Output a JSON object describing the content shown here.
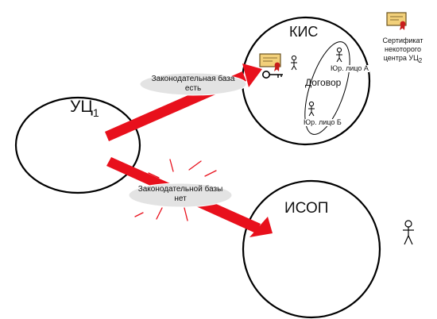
{
  "diagram": {
    "ca_node": {
      "label": "УЦ",
      "subscript": "1"
    },
    "kis_node": {
      "label": "КИС"
    },
    "isop_node": {
      "label": "ИСОП"
    },
    "contract": {
      "label": "Договор"
    },
    "entity_a": {
      "label": "Юр. лицо А"
    },
    "entity_b": {
      "label": "Юр. лицо Б"
    },
    "legal_base_yes": {
      "text": "Законодательная база\nесть"
    },
    "legal_base_no": {
      "text": "Законодательной базы\nнет"
    },
    "certificate_legend": {
      "text": "Сертификат\nнекоторого\nцентра УЦ",
      "subscript": "2"
    }
  },
  "colors": {
    "arrow": "#e8101c",
    "line": "#000000",
    "pill_fill": "#e3e3e3",
    "burst": "#e8101c",
    "cert_fill": "#f2d07a",
    "cert_seal": "#c81c1c"
  },
  "icons": [
    "certificate-icon",
    "key-icon",
    "person-icon"
  ]
}
